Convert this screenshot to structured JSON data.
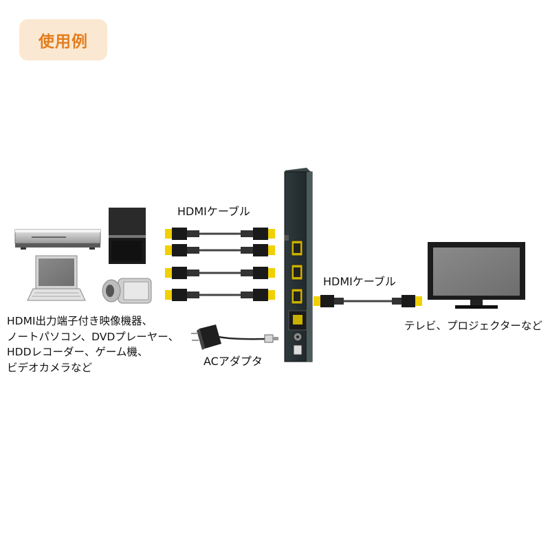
{
  "badge": {
    "text": "使用例"
  },
  "labels": {
    "hdmi_cable_inputs": "HDMIケーブル",
    "hdmi_cable_output": "HDMIケーブル",
    "ac_adapter": "ACアダプタ",
    "output_devices": "テレビ、プロジェクターなど",
    "source_devices": [
      "HDMI出力端子付き映像機器、",
      "ノートパソコン、DVDプレーヤー、",
      "HDDレコーダー、ゲーム機、",
      "ビデオカメラなど"
    ]
  },
  "icons": {
    "source": [
      "dvd-player-icon",
      "game-console-icon",
      "laptop-icon",
      "video-camera-icon"
    ],
    "cables": "hdmi-cable-icon",
    "switch": "hdmi-switch-icon",
    "adapter": "ac-adapter-icon",
    "display": "tv-icon"
  },
  "colors": {
    "badge_bg": "#fbe8d2",
    "badge_text": "#e37d1d",
    "connector": "#f0d000"
  }
}
